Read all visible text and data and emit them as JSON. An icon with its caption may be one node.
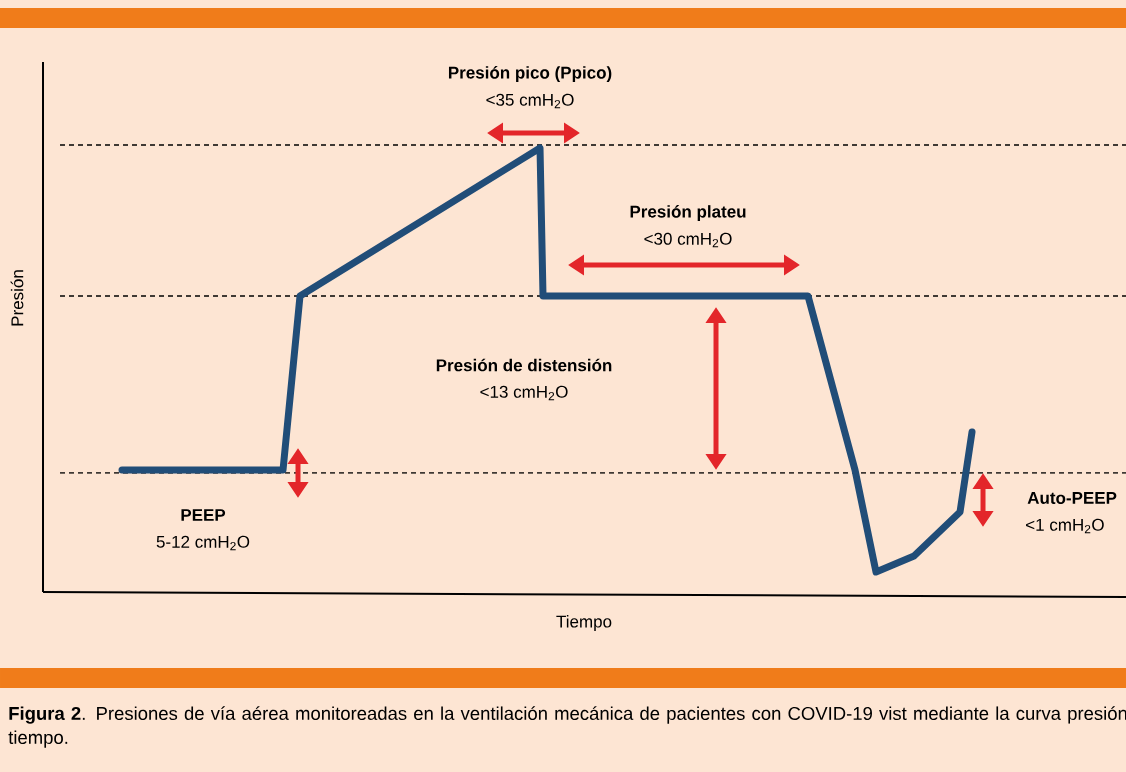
{
  "diagram": {
    "caption": "**Figura 2**. Presiones de vía aérea monitoreadas en la ventilación mecánica de pacientes con COVID-19 vist mediante la curva presión tiempo.",
    "labels": [
      "Presión pico (Ppico)",
      "<35 cmH$_{2}$O",
      "Presión plateu",
      "<30 cmH$_{2}$O",
      "Presión",
      "Presión de distensión",
      "<13 cmH$_{2}$O",
      "Auto-PEEP",
      "PEEP",
      "<1 cmH$_{2}$O",
      "5-12 cmH$_{2}$O",
      "Tiempo"
    ]
  }
}
